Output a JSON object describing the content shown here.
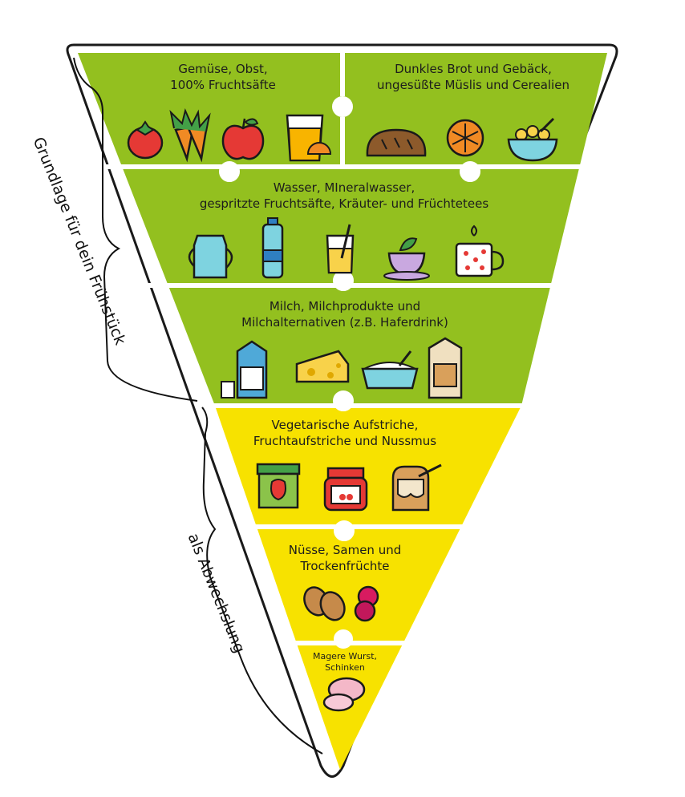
{
  "colors": {
    "green": "#93c01f",
    "yellow": "#f7e200",
    "outline": "#1a1a1a",
    "divider": "#ffffff"
  },
  "side_labels": {
    "basis": "Grundlage für dein Frühstück",
    "variety": "als Abwechslung"
  },
  "sections": [
    {
      "key": "veg",
      "label": "Gemüse, Obst,\n100% Fruchtsäfte",
      "color": "green",
      "icons": [
        "tomato-icon",
        "carrot-icon",
        "apple-icon",
        "juice-glass-icon"
      ]
    },
    {
      "key": "bread",
      "label": "Dunkles Brot und Gebäck,\nungesüßte Müslis und Cerealien",
      "color": "green",
      "icons": [
        "bread-loaf-icon",
        "bread-roll-icon",
        "cereal-bowl-icon"
      ]
    },
    {
      "key": "drinks",
      "label": "Wasser, MIneralwasser,\ngespritzte Fruchtsäfte, Kräuter- und Früchtetees",
      "color": "green",
      "icons": [
        "water-jug-icon",
        "water-bottle-icon",
        "juice-straw-icon",
        "herbal-tea-cup-icon",
        "fruit-tea-mug-icon"
      ]
    },
    {
      "key": "dairy",
      "label": "Milch, Milchprodukte und\nMilchalternativen (z.B. Haferdrink)",
      "color": "green",
      "icons": [
        "milk-carton-icon",
        "cheese-icon",
        "yogurt-bowl-icon",
        "oat-drink-carton-icon"
      ]
    },
    {
      "key": "spreads",
      "label": "Vegetarische Aufstriche,\nFruchtaufstriche und Nussmus",
      "color": "yellow",
      "icons": [
        "vegetable-spread-jar-icon",
        "jam-jar-icon",
        "nut-butter-toast-icon"
      ]
    },
    {
      "key": "nuts",
      "label": "Nüsse, Samen und\nTrockenfrüchte",
      "color": "yellow",
      "icons": [
        "almonds-icon",
        "dried-fruit-icon"
      ]
    },
    {
      "key": "meat",
      "label": "Magere Wurst,\nSchinken",
      "color": "yellow",
      "icons": [
        "ham-slices-icon"
      ]
    }
  ]
}
